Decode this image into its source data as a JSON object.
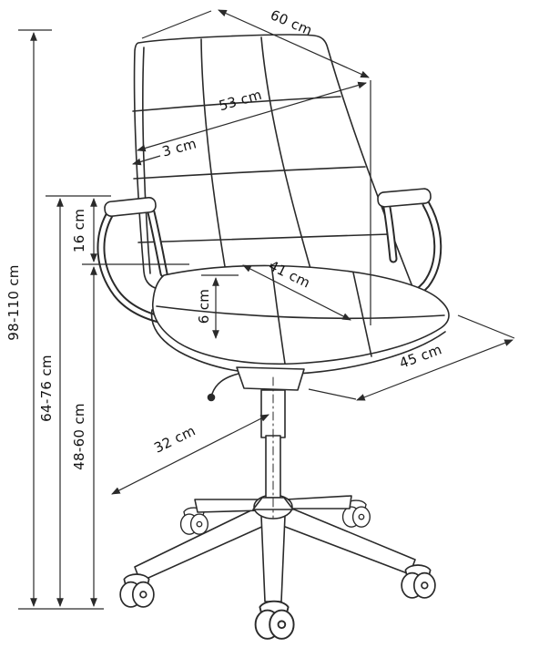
{
  "diagram": {
    "subject": "office swivel chair dimension drawing",
    "unit": "cm",
    "line_color": "#2a2a2a",
    "background": "#ffffff",
    "labels": {
      "overall_height": "98-110 cm",
      "armrest_height": "64-76 cm",
      "armrest_above_seat": "16 cm",
      "seat_height": "48-60 cm",
      "cushion_thickness": "6 cm",
      "overall_width": "60 cm",
      "backrest_width": "53 cm",
      "backrest_thickness": "3 cm",
      "seat_width": "41 cm",
      "seat_depth": "45 cm",
      "base_radius": "32 cm"
    }
  }
}
